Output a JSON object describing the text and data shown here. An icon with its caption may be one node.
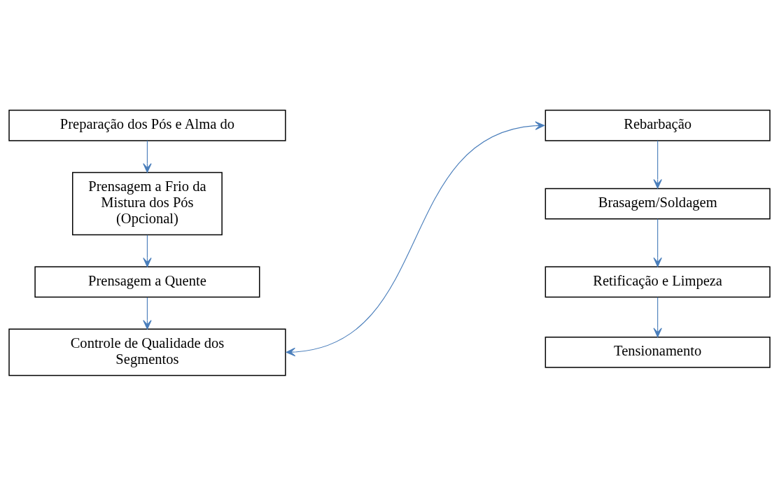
{
  "diagram": {
    "nodes": [
      {
        "text": [
          "Preparação dos Pós e Alma do"
        ]
      },
      {
        "text": [
          "Prensagem a Frio da Mistura dos Pós (Opcional)"
        ]
      },
      {
        "text": [
          "Prensagem a Quente"
        ]
      },
      {
        "text": [
          "Controle de Qualidade dos Segmentos"
        ]
      },
      {
        "text": [
          "Rebarbação"
        ]
      },
      {
        "text": [
          "Brasagem/Soldagem"
        ]
      },
      {
        "text": [
          "Retificação e Limpeza"
        ]
      },
      {
        "text": [
          "Tensionamento"
        ]
      }
    ],
    "edges": [
      {
        "from": 0,
        "to": 1,
        "arrow": "to"
      },
      {
        "from": 1,
        "to": 2,
        "arrow": "to"
      },
      {
        "from": 2,
        "to": 3,
        "arrow": "to"
      },
      {
        "from": 3,
        "to": 4,
        "arrow": "both"
      },
      {
        "from": 4,
        "to": 5,
        "arrow": "to"
      },
      {
        "from": 5,
        "to": 6,
        "arrow": "to"
      },
      {
        "from": 6,
        "to": 7,
        "arrow": "to"
      }
    ]
  }
}
